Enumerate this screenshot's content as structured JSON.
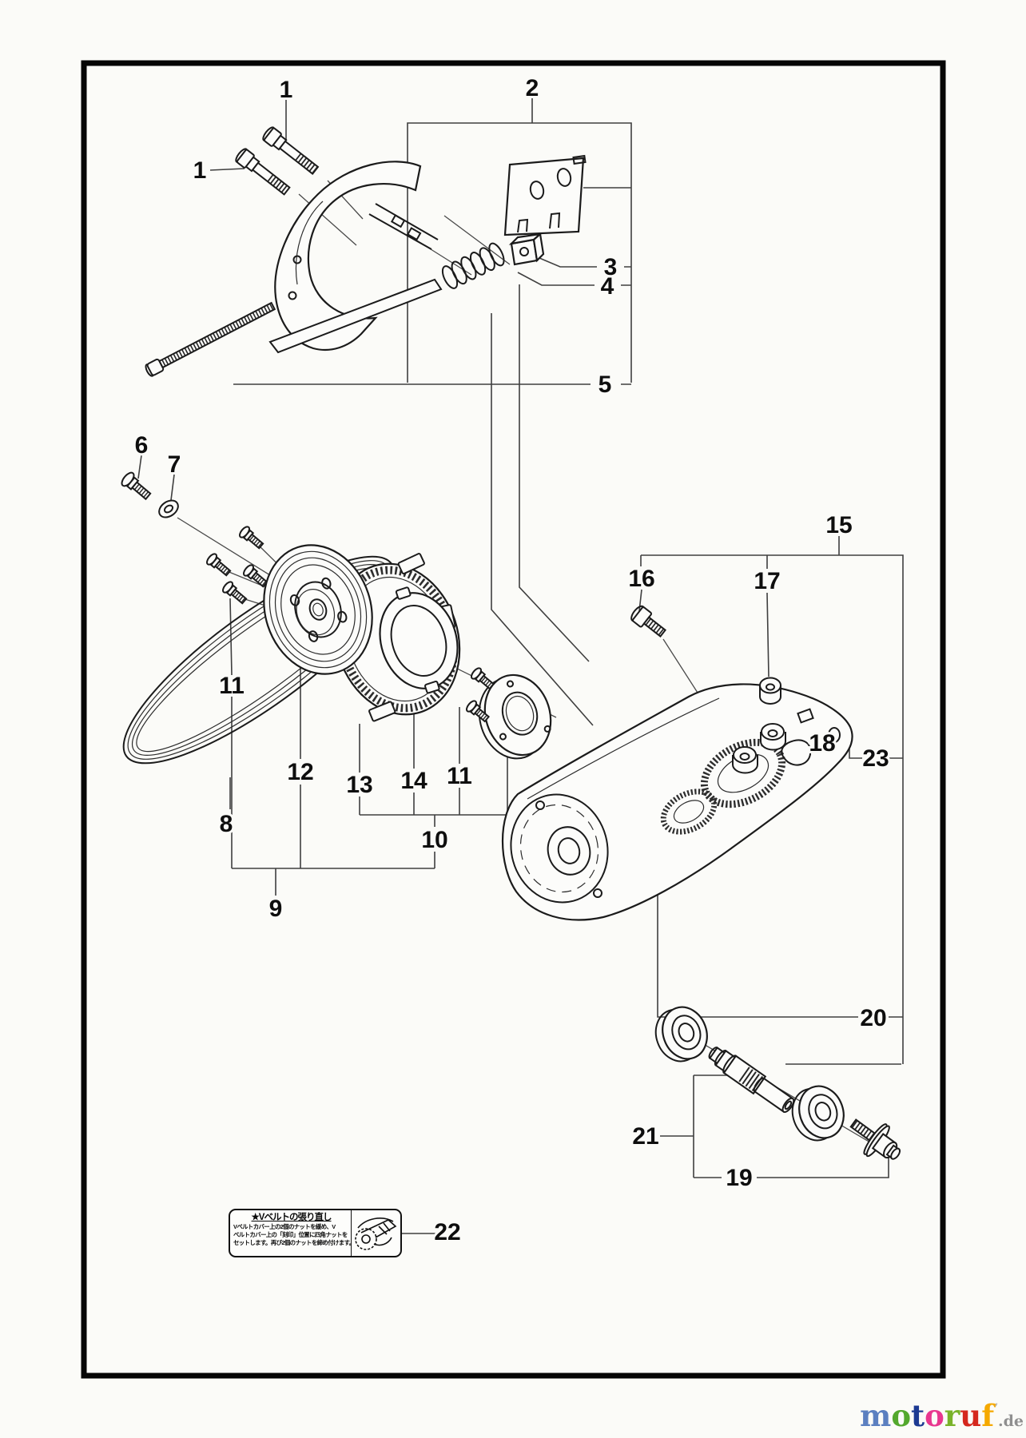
{
  "page": {
    "background": "#fbfbf8",
    "frame_color": "#000000"
  },
  "callouts": [
    {
      "label": "1"
    },
    {
      "label": "1"
    },
    {
      "label": "2"
    },
    {
      "label": "3"
    },
    {
      "label": "4"
    },
    {
      "label": "5"
    },
    {
      "label": "6"
    },
    {
      "label": "7"
    },
    {
      "label": "8"
    },
    {
      "label": "11"
    },
    {
      "label": "12"
    },
    {
      "label": "13"
    },
    {
      "label": "14"
    },
    {
      "label": "11"
    },
    {
      "label": "10"
    },
    {
      "label": "9"
    },
    {
      "label": "15"
    },
    {
      "label": "16"
    },
    {
      "label": "17"
    },
    {
      "label": "18"
    },
    {
      "label": "23"
    },
    {
      "label": "20"
    },
    {
      "label": "21"
    },
    {
      "label": "19"
    },
    {
      "label": "22"
    }
  ],
  "label_box": {
    "title": "★Vベルトの張り直し",
    "lines": [
      "Vベルトカバー上の2個のナットを緩め、V",
      "ベルトカバー上の「刻印」位置に四角ナットを",
      "セットします。再び2個のナットを締め付けます。"
    ]
  },
  "watermark": {
    "letters": [
      {
        "ch": "m",
        "color": "#5b7fc0"
      },
      {
        "ch": "o",
        "color": "#53a82d"
      },
      {
        "ch": "t",
        "color": "#1c3a92"
      },
      {
        "ch": "o",
        "color": "#e8378f"
      },
      {
        "ch": "r",
        "color": "#7ab32a"
      },
      {
        "ch": "u",
        "color": "#d5281e"
      },
      {
        "ch": "f",
        "color": "#f5a900"
      }
    ],
    "mark": "ʼ",
    "mark_color": "#b5b5b5",
    "suffix": ".de",
    "suffix_color": "#8f8f8f"
  }
}
